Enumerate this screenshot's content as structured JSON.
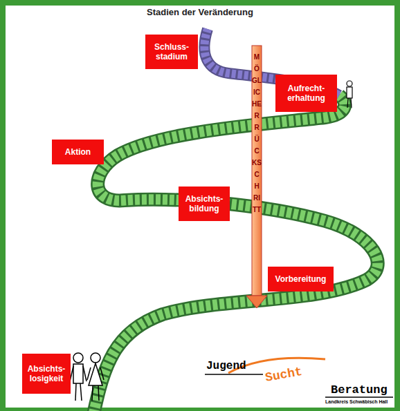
{
  "diagram": {
    "title": "Stadien der Veränderung",
    "nodes": [
      {
        "text": [
          "Schluss- stadium"
        ]
      },
      {
        "text": [
          "Aufrecht- erhaltung"
        ]
      },
      {
        "text": [
          "Aktion"
        ]
      },
      {
        "text": [
          "Absichts- bildung"
        ]
      },
      {
        "text": [
          "Vorbereitung"
        ]
      },
      {
        "text": [
          "Absichts- losigkeit"
        ]
      }
    ],
    "labels": [
      "MÖGLICHER RÜCKSCHRITT",
      "Jugend",
      "Sucht",
      "Beratung",
      "Landkreis Schwäbisch Hall"
    ]
  }
}
